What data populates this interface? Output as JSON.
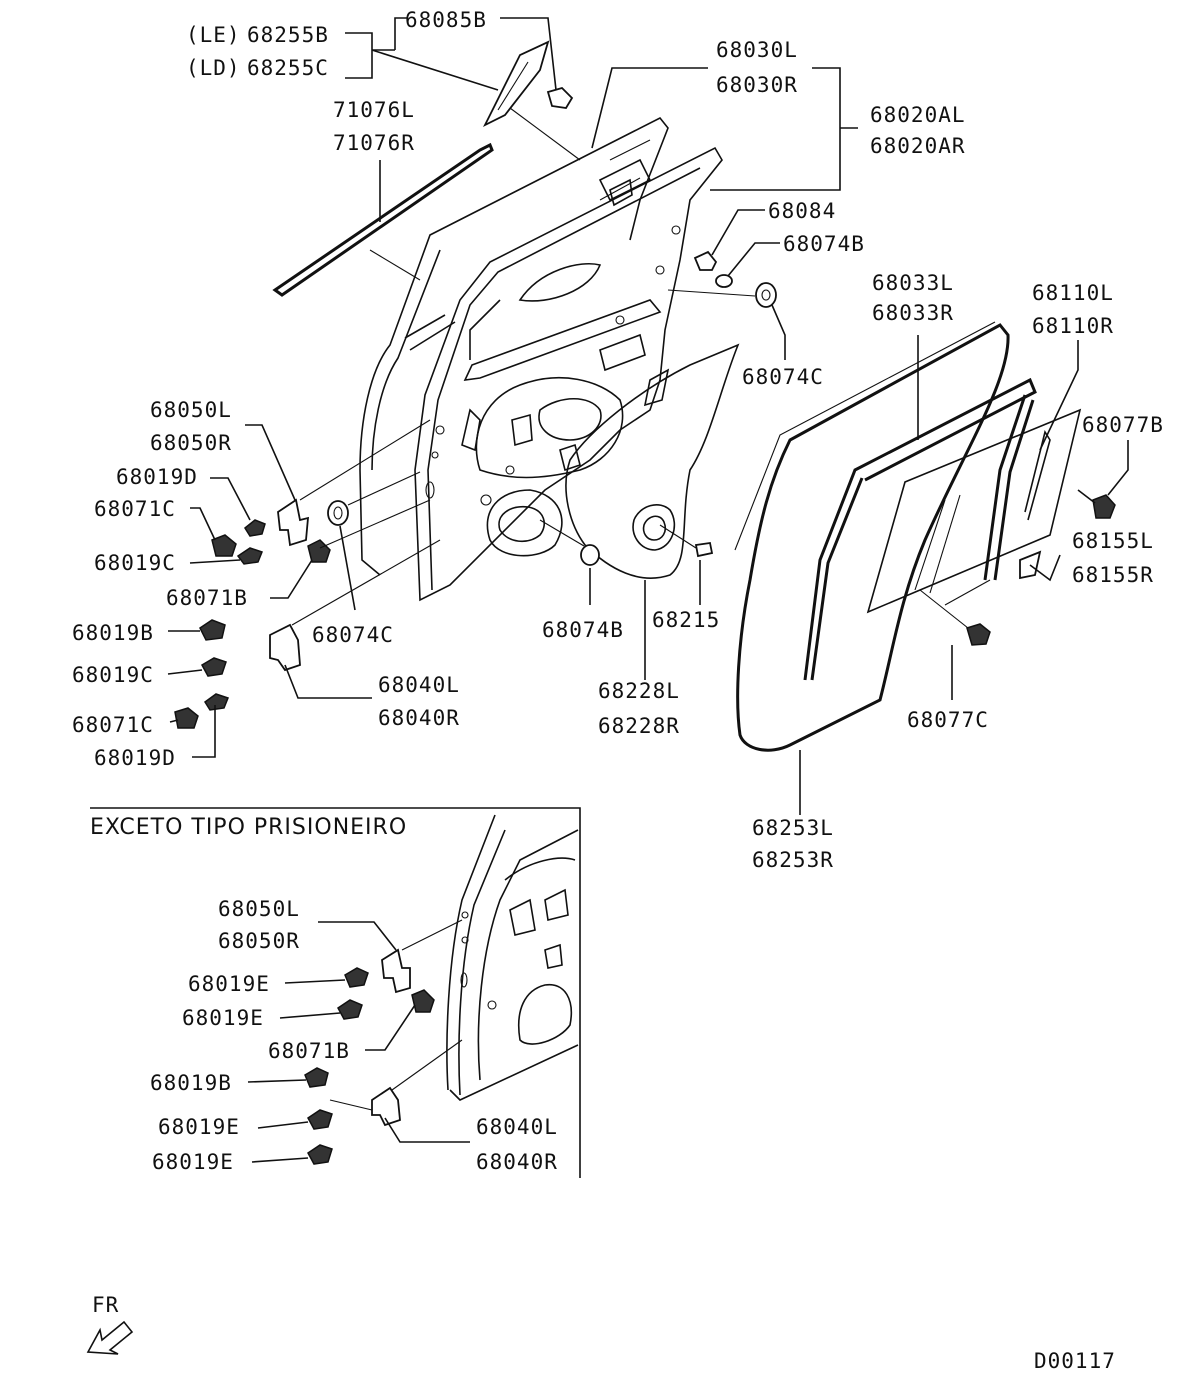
{
  "diagram": {
    "code": "D00117",
    "direction_label": "FR",
    "inset_title": "EXCETO TIPO PRISIONEIRO",
    "labels": {
      "le_prefix": "(LE)",
      "ld_prefix": "(LD)",
      "p68255B": "68255B",
      "p68255C": "68255C",
      "p68085B": "68085B",
      "p71076L": "71076L",
      "p71076R": "71076R",
      "p68030L": "68030L",
      "p68030R": "68030R",
      "p68020AL": "68020AL",
      "p68020AR": "68020AR",
      "p68084": "68084",
      "p68074B_top": "68074B",
      "p68033L": "68033L",
      "p68033R": "68033R",
      "p68110L": "68110L",
      "p68110R": "68110R",
      "p68074C_right": "68074C",
      "p68077B": "68077B",
      "p68050L": "68050L",
      "p68050R": "68050R",
      "p68019D_top": "68019D",
      "p68071C_top": "68071C",
      "p68019C_top": "68019C",
      "p68071B": "68071B",
      "p68155L": "68155L",
      "p68155R": "68155R",
      "p68019B": "68019B",
      "p68074C_left": "68074C",
      "p68074B_mid": "68074B",
      "p68215": "68215",
      "p68019C_low": "68019C",
      "p68040L": "68040L",
      "p68040R": "68040R",
      "p68228L": "68228L",
      "p68228R": "68228R",
      "p68077C": "68077C",
      "p68071C_low": "68071C",
      "p68019D_low": "68019D",
      "p68253L": "68253L",
      "p68253R": "68253R",
      "i68050L": "68050L",
      "i68050R": "68050R",
      "i68019E_a": "68019E",
      "i68019E_b": "68019E",
      "i68071B": "68071B",
      "i68019B": "68019B",
      "i68019E_c": "68019E",
      "i68019E_d": "68019E",
      "i68040L": "68040L",
      "i68040R": "68040R"
    }
  }
}
